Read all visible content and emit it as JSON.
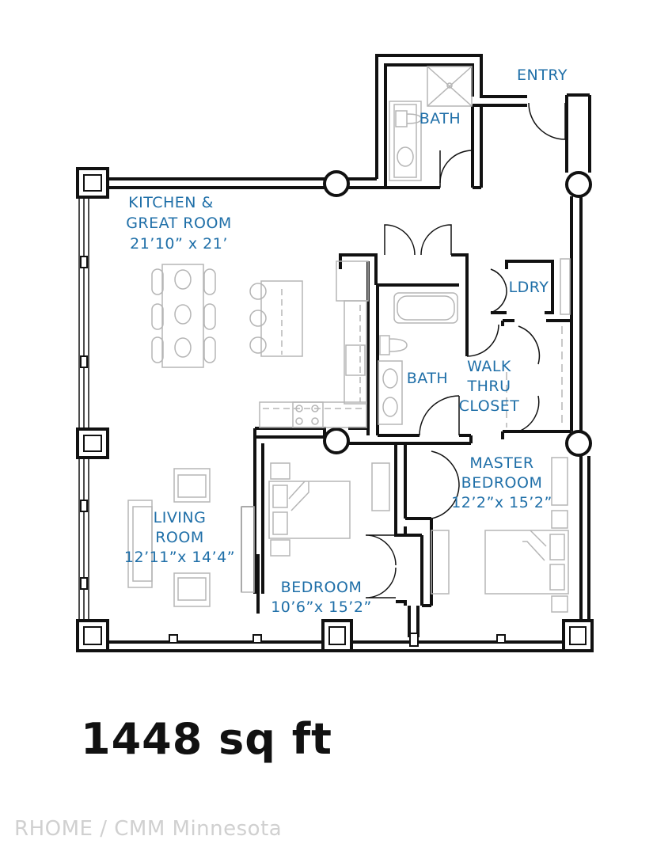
{
  "colors": {
    "wall": "#111111",
    "fixture": "#b5b5b5",
    "label": "#1f6fa8",
    "watermark": "#d0d0d0",
    "area_text": "#111111"
  },
  "rooms": {
    "entry": {
      "line1": "ENTRY"
    },
    "bath1": {
      "line1": "BATH"
    },
    "kitchen": {
      "line1": "KITCHEN &",
      "line2": "GREAT ROOM",
      "line3": "21’10” x 21’"
    },
    "laundry": {
      "line1": "LDRY"
    },
    "bath2": {
      "line1": "BATH"
    },
    "closet": {
      "line1": "WALK",
      "line2": "THRU",
      "line3": "CLOSET"
    },
    "master": {
      "line1": "MASTER",
      "line2": "BEDROOM",
      "line3": "12’2”x 15’2”"
    },
    "living": {
      "line1": "LIVING",
      "line2": "ROOM",
      "line3": "12’11”x 14’4”"
    },
    "bedroom": {
      "line1": "BEDROOM",
      "line2": "10’6”x 15’2”"
    }
  },
  "area": "1448 sq ft",
  "watermark": "RHOME / CMM Minnesota"
}
